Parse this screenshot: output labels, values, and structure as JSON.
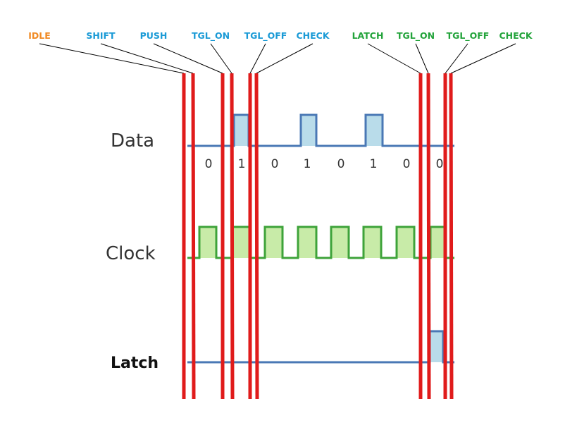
{
  "colors": {
    "idle": "#f08a24",
    "blue_state": "#1a9ad6",
    "green_state": "#22a33a",
    "marker": "#e01b1b",
    "data_line": "#4a78b5",
    "data_fill": "#b9dcea",
    "clock_line": "#3ea33a",
    "clock_fill": "#c8eba8",
    "latch_line": "#4a78b5",
    "latch_fill": "#b9dcea"
  },
  "states": [
    {
      "label": "IDLE",
      "group": "idle"
    },
    {
      "label": "SHIFT",
      "group": "blue"
    },
    {
      "label": "PUSH",
      "group": "blue"
    },
    {
      "label": "TGL_ON",
      "group": "blue"
    },
    {
      "label": "TGL_OFF",
      "group": "blue"
    },
    {
      "label": "CHECK",
      "group": "blue"
    },
    {
      "label": "LATCH",
      "group": "green"
    },
    {
      "label": "TGL_ON",
      "group": "green"
    },
    {
      "label": "TGL_OFF",
      "group": "green"
    },
    {
      "label": "CHECK",
      "group": "green"
    }
  ],
  "signals": {
    "data": "Data",
    "clock": "Clock",
    "latch": "Latch"
  },
  "data_bits": [
    "0",
    "1",
    "0",
    "1",
    "0",
    "1",
    "0",
    "0"
  ]
}
